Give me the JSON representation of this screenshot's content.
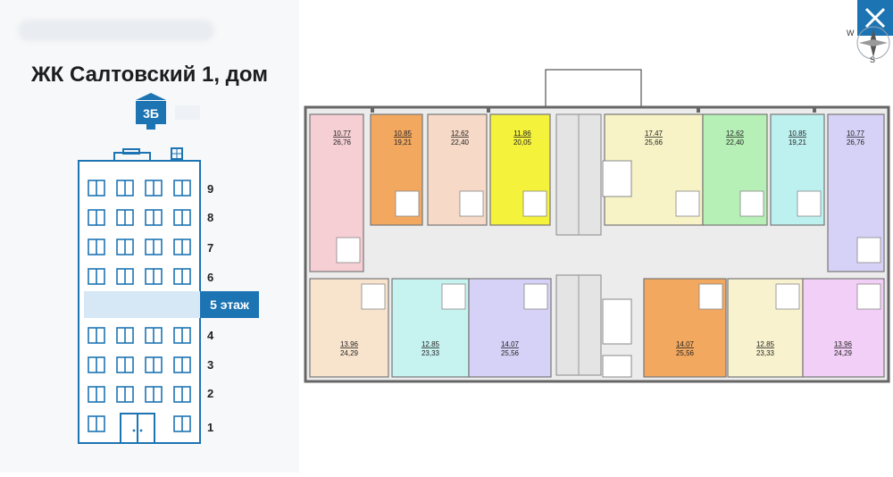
{
  "header": {
    "complex_title": "ЖК Салтовский 1, дом"
  },
  "building": {
    "section_badge": "3Б",
    "floors": [
      "9",
      "8",
      "7",
      "6",
      "5",
      "4",
      "3",
      "2",
      "1"
    ],
    "current_floor_label": "5 этаж",
    "current_floor": "5"
  },
  "compass": {
    "west": "W",
    "south": "S"
  },
  "plan": {
    "apartments": [
      {
        "living": "10.77",
        "total": "26,76",
        "color": "#f6cfd4"
      },
      {
        "living": "10.85",
        "total": "19,21",
        "color": "#f3a860"
      },
      {
        "living": "12.62",
        "total": "22,40",
        "color": "#f6d9c6"
      },
      {
        "living": "11.86",
        "total": "20,05",
        "color": "#f4f23a"
      },
      {
        "living": "17.47",
        "total": "25,66",
        "color": "#f7f3c6"
      },
      {
        "living": "12.62",
        "total": "22,40",
        "color": "#b6f0b6"
      },
      {
        "living": "10.85",
        "total": "19,21",
        "color": "#bdf1ef"
      },
      {
        "living": "10.77",
        "total": "26,76",
        "color": "#d6d1f6"
      },
      {
        "living": "13.96",
        "total": "24,29",
        "color": "#f8e3cd"
      },
      {
        "living": "12.85",
        "total": "23,33",
        "color": "#c6f2f0"
      },
      {
        "living": "14.07",
        "total": "25,56",
        "color": "#d6d1f6"
      },
      {
        "living": "14.07",
        "total": "25,56",
        "color": "#f3a860"
      },
      {
        "living": "12.85",
        "total": "23,33",
        "color": "#f8f2ce"
      },
      {
        "living": "13.96",
        "total": "24,29",
        "color": "#f2cff6"
      }
    ]
  },
  "colors": {
    "accent": "#1d74b3",
    "highlight": "#d6e8f5"
  }
}
